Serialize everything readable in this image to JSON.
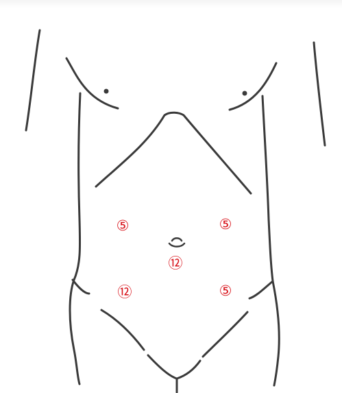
{
  "markers": [
    {
      "id": "upper-left",
      "label": "⑤"
    },
    {
      "id": "upper-right",
      "label": "⑤"
    },
    {
      "id": "center",
      "label": "⑫"
    },
    {
      "id": "lower-left",
      "label": "⑫"
    },
    {
      "id": "lower-right",
      "label": "⑤"
    }
  ],
  "colors": {
    "line": "#3a3a3a",
    "marker": "#d8121a",
    "background": "#ffffff"
  }
}
